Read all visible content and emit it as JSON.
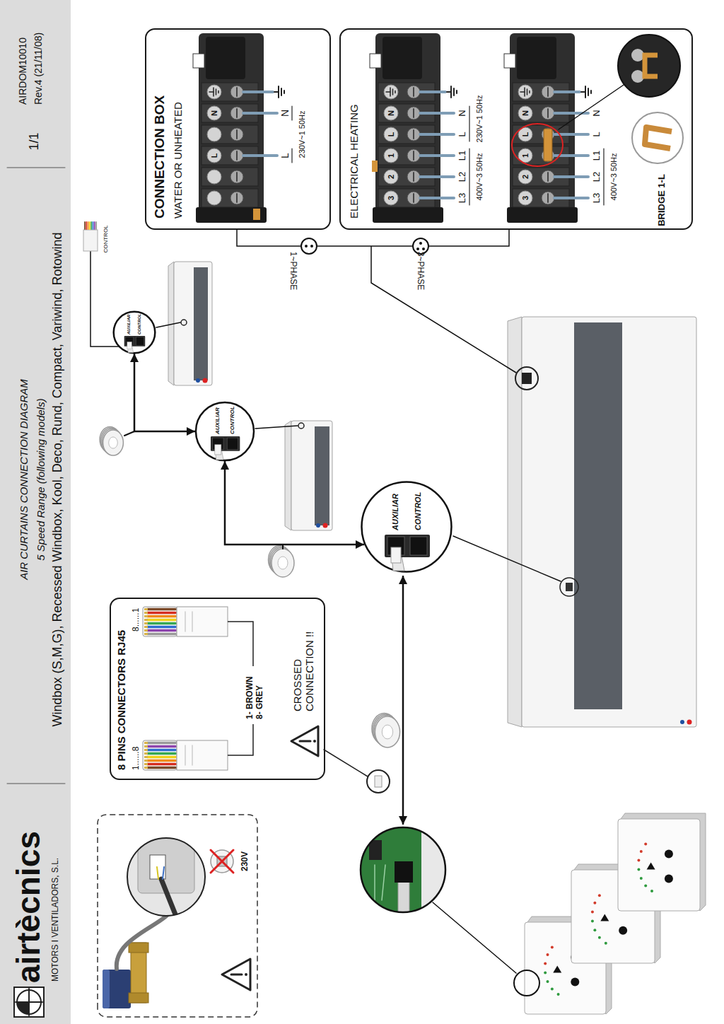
{
  "diagram": {
    "title": "AIR CURTAINS CONNECTION DIAGRAM",
    "nodes": [
      {
        "text": [
          "8 PINS CONNECTORS RJ45",
          "1......8",
          "8......1",
          "1- BROWN 8- GREY",
          "CROSSED CONNECTION !!"
        ]
      },
      {
        "text": [
          "AUXILIAR",
          "CONTROL"
        ]
      },
      {
        "text": [
          "AUXILIAR",
          "CONTROL"
        ]
      },
      {
        "text": [
          "AUXILIAR",
          "CONTROL"
        ]
      },
      {
        "text": [
          "CONNECTION BOX",
          "WATER OR UNHEATED"
        ]
      },
      {
        "text": [
          "ELECTRICAL HEATING"
        ]
      }
    ],
    "edges": [
      {
        "from": 1,
        "to": 2,
        "arrow": "both"
      },
      {
        "from": 2,
        "to": 3,
        "arrow": "both"
      }
    ],
    "labels": [
      "airtècnics",
      "MOTORS I VENTILADORS, S.L.",
      "5 Speed Range (following models)",
      "Windbox (S,M,G), Recessed Windbox, Kool, Deco, Rund, Compact, Variwind, Rotowind",
      "1/1",
      "AIRDOM10010",
      "Rev.4 (21/11/08)",
      "CONTROL",
      "1~PHASE",
      "3~PHASE",
      "N",
      "L",
      "L",
      "N",
      "230V~1 50Hz",
      "3",
      "2",
      "1",
      "L",
      "N",
      "L3",
      "L2",
      "L1",
      "L",
      "N",
      "400V~3 50Hz",
      "230V~1 50Hz",
      "3",
      "2",
      "1",
      "L",
      "N",
      "L3",
      "L2",
      "L1",
      "L",
      "N",
      "400V~3 50Hz",
      "BRIDGE 1-L",
      "230V"
    ]
  }
}
